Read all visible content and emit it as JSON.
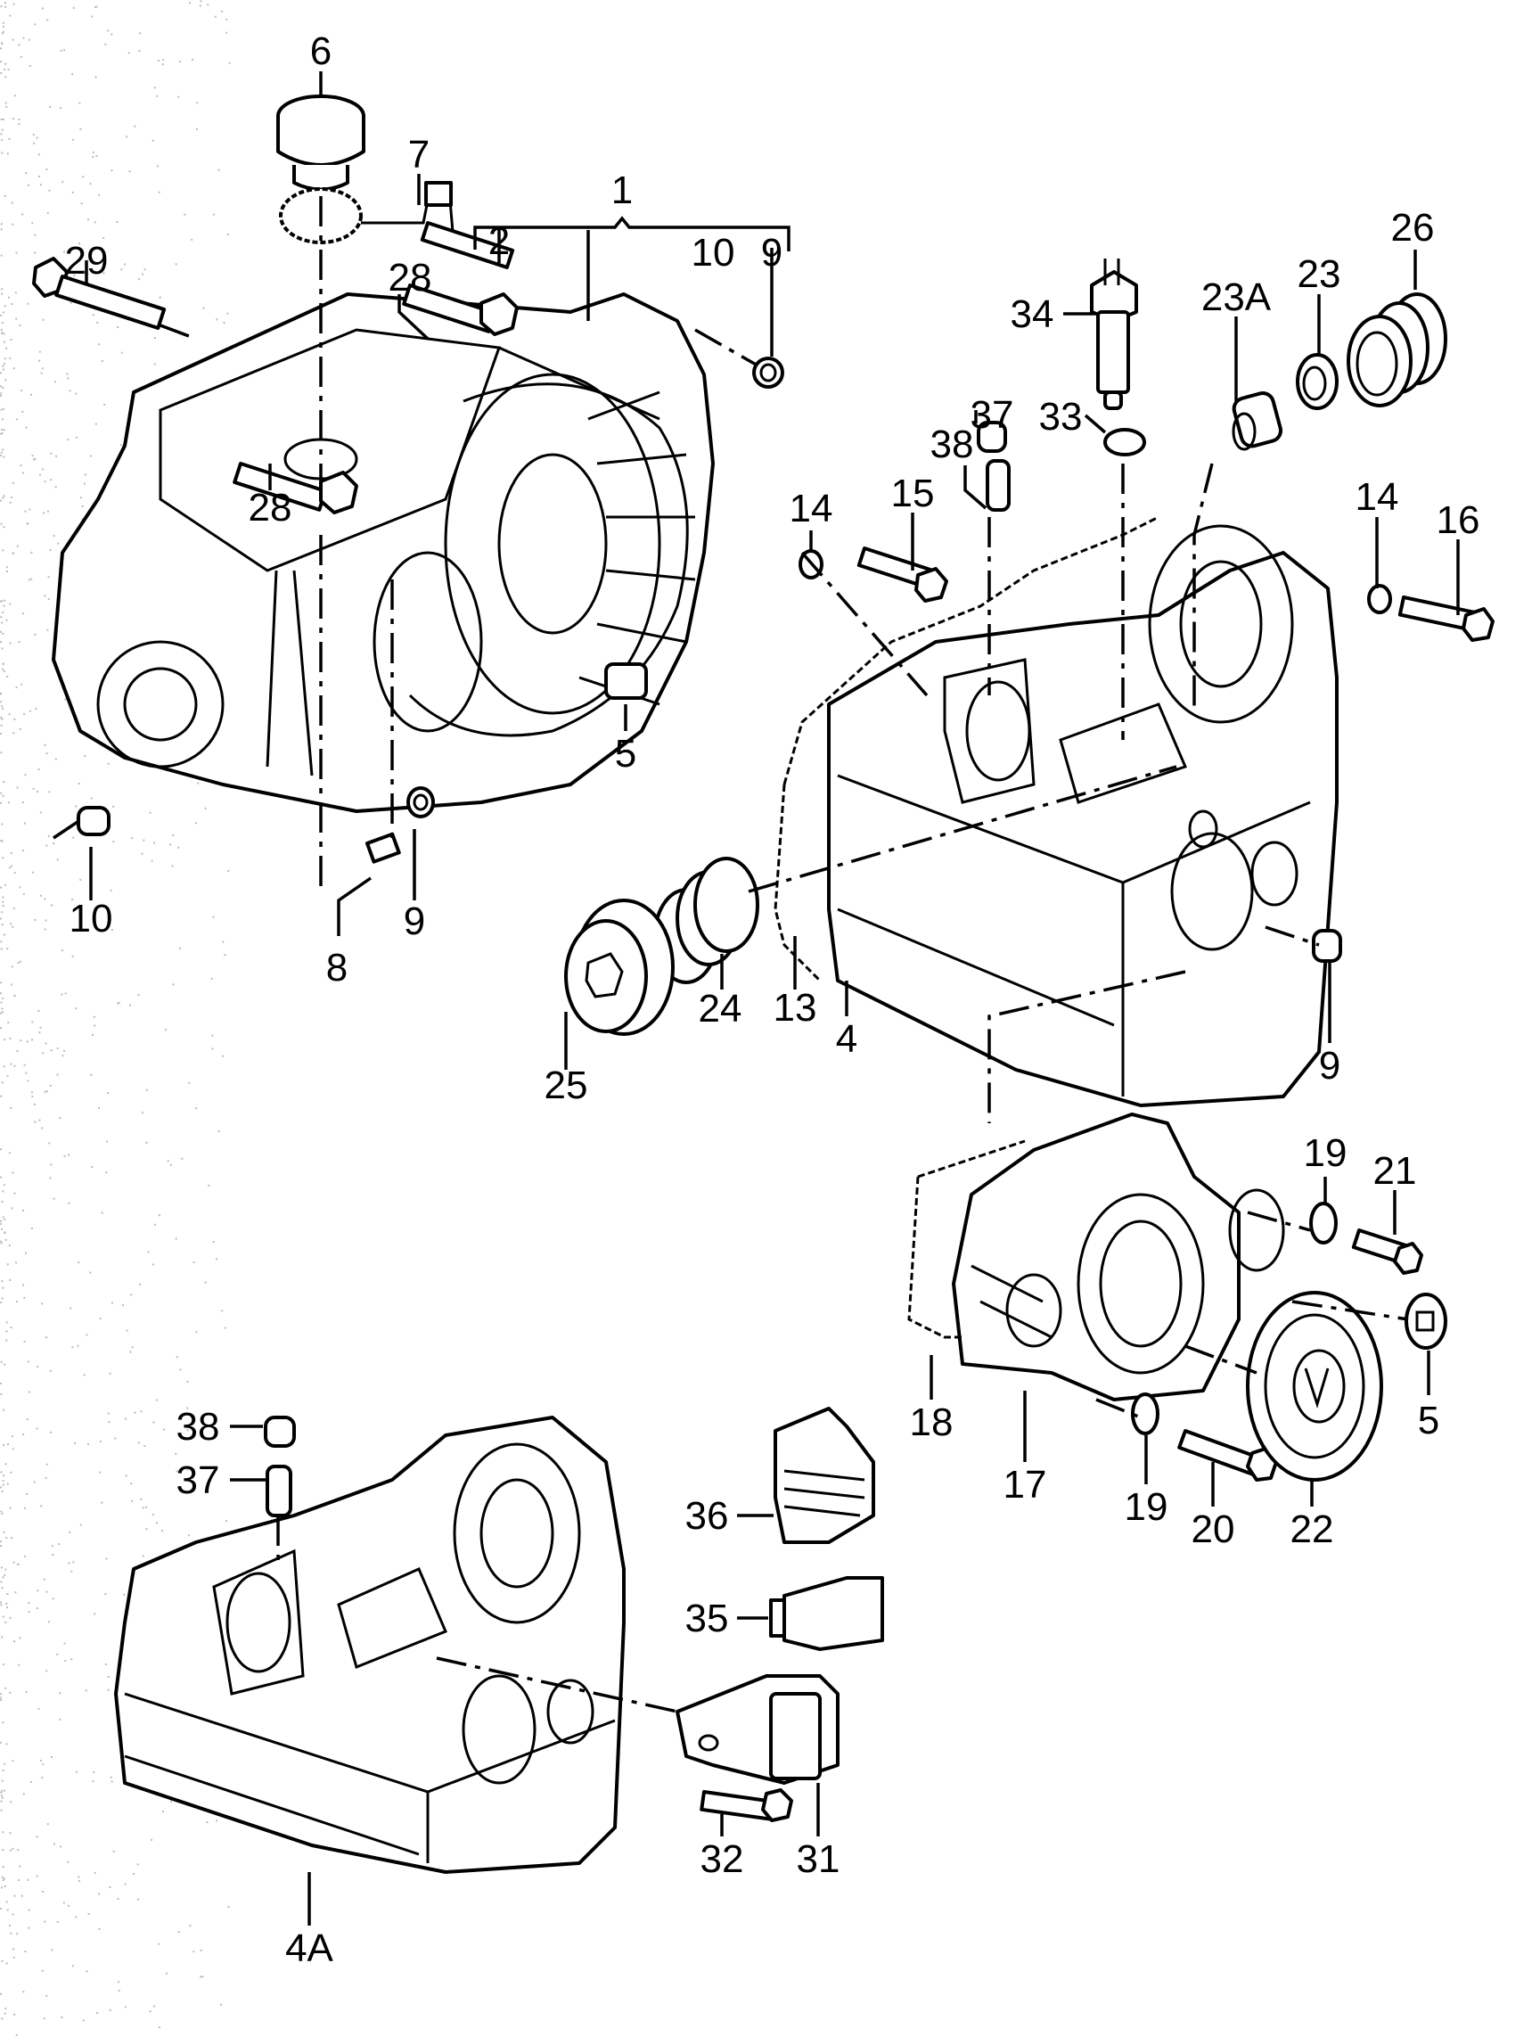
{
  "diagram": {
    "type": "exploded-parts-diagram",
    "subject": "manual transmission housing",
    "labels": {
      "l1": "1",
      "l2": "2",
      "l4": "4",
      "l4a": "4A",
      "l5a": "5",
      "l5b": "5",
      "l6": "6",
      "l7": "7",
      "l8": "8",
      "l9a": "9",
      "l9b": "9",
      "l9c": "9",
      "l10a": "10",
      "l10b": "10",
      "l13": "13",
      "l14a": "14",
      "l14b": "14",
      "l15": "15",
      "l16": "16",
      "l17": "17",
      "l18": "18",
      "l19a": "19",
      "l19b": "19",
      "l20": "20",
      "l21": "21",
      "l22": "22",
      "l23": "23",
      "l23a": "23A",
      "l24": "24",
      "l25": "25",
      "l26": "26",
      "l28a": "28",
      "l28b": "28",
      "l29": "29",
      "l31": "31",
      "l32": "32",
      "l33": "33",
      "l34": "34",
      "l35": "35",
      "l36": "36",
      "l37a": "37",
      "l37b": "37",
      "l38a": "38",
      "l38b": "38"
    }
  }
}
